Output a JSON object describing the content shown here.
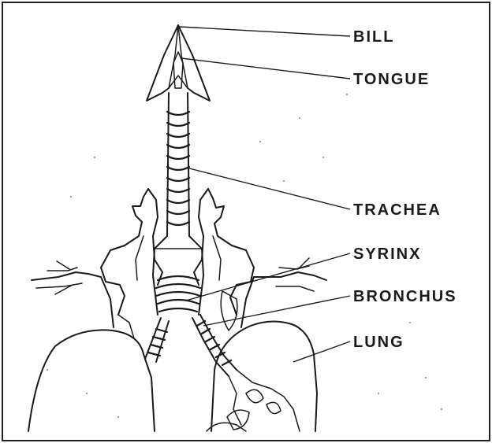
{
  "diagram": {
    "labels": {
      "bill": "BILL",
      "tongue": "TONGUE",
      "trachea": "TRACHEA",
      "syrinx": "SYRINX",
      "bronchus": "BRONCHUS",
      "lung": "LUNG"
    },
    "colors": {
      "ink": "#1a1a1a",
      "background": "#ffffff",
      "border": "#222222"
    }
  }
}
